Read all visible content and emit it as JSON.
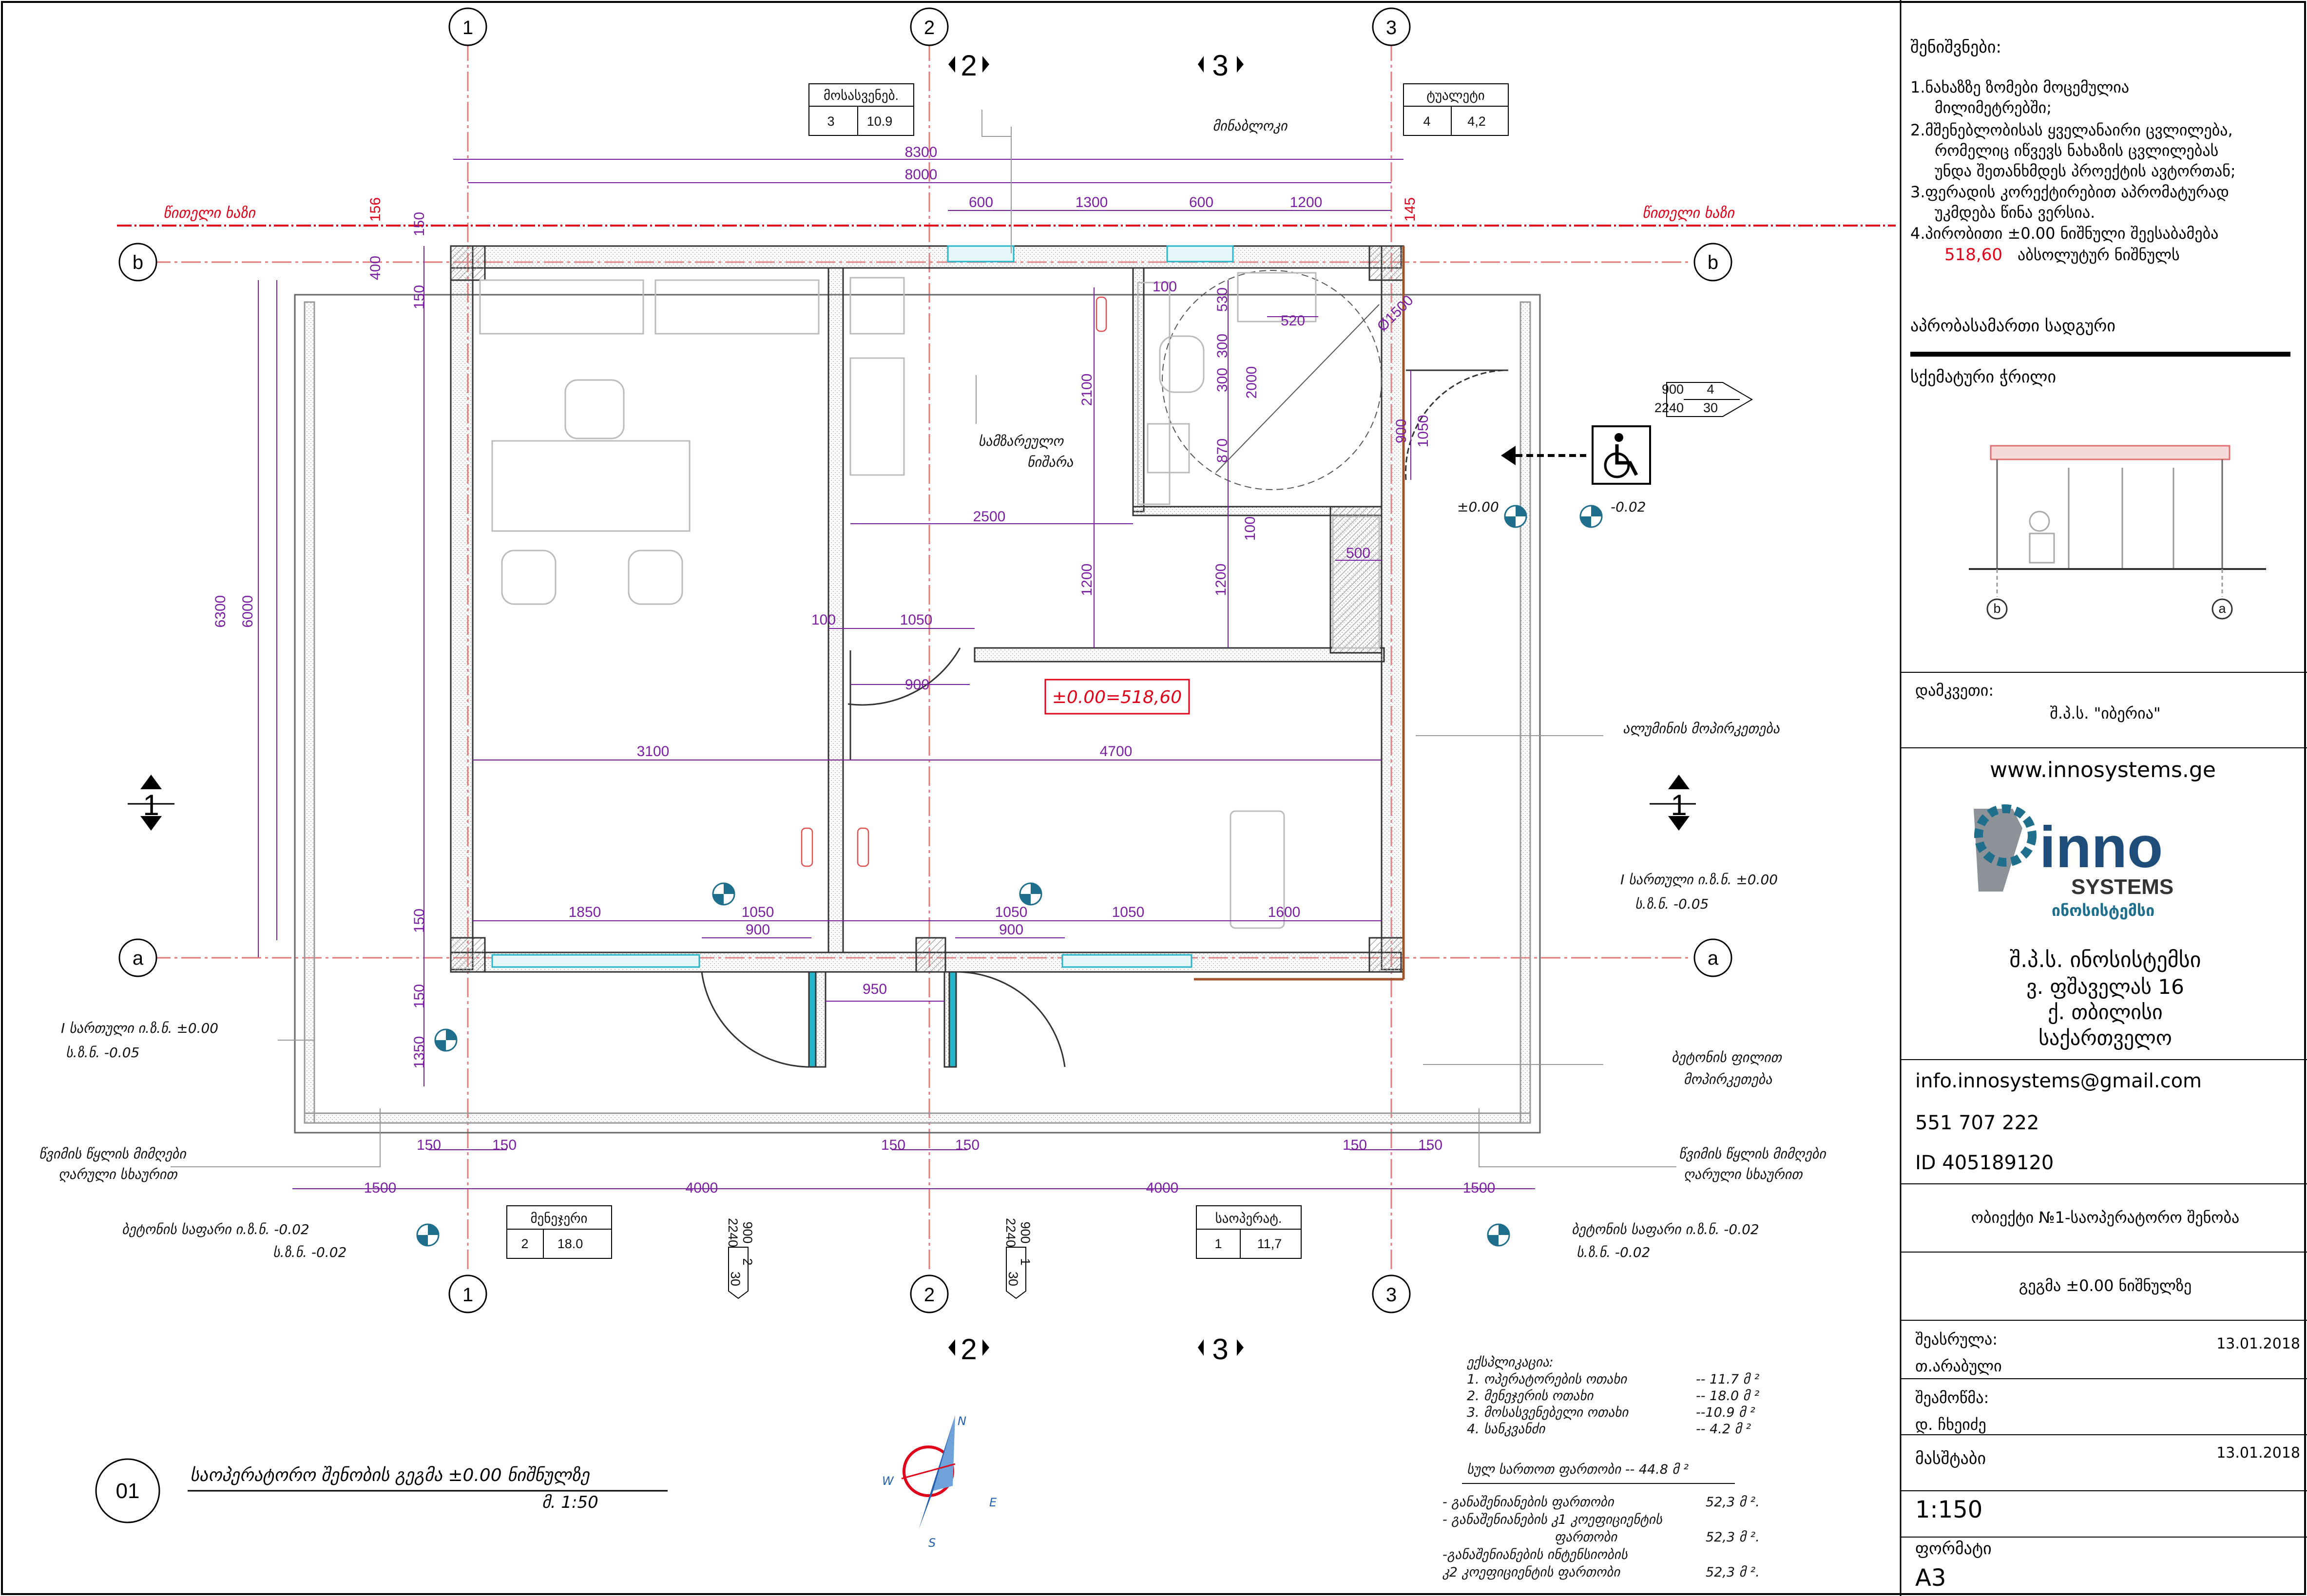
{
  "axes": {
    "numbers": [
      "1",
      "2",
      "3"
    ],
    "letters": [
      "a",
      "b"
    ]
  },
  "section_marks": [
    "1",
    "2",
    "3"
  ],
  "red_line_label": "წითელი ხაზი",
  "ground_level_label": "±0.00=518,60",
  "header_tables": {
    "rest": {
      "title": "მოსასვენებ.",
      "num": "3",
      "area": "10.9"
    },
    "toilet": {
      "title": "ტუალეტი",
      "num": "4",
      "area": "4,2"
    },
    "guard": {
      "title": "მენეჯერი",
      "num": "2",
      "area": "18.0"
    },
    "operator": {
      "title": "საოპერატ.",
      "num": "1",
      "area": "11,7"
    }
  },
  "dimensions": {
    "top_total_outer": "8300",
    "top_total_inner": "8000",
    "top_segments": [
      "600",
      "1300",
      "600",
      "1200"
    ],
    "red_offsets": [
      "156",
      "145",
      "150"
    ],
    "left": [
      "400",
      "150",
      "6300",
      "6000",
      "150",
      "150",
      "1350"
    ],
    "inner": [
      "100",
      "530",
      "520",
      "300",
      "300",
      "2000",
      "2100",
      "870",
      "100",
      "2500",
      "1200",
      "1200",
      "500",
      "100",
      "1050",
      "900",
      "3100",
      "4700",
      "1850",
      "1050",
      "900",
      "1050",
      "900",
      "1050",
      "1600",
      "950",
      "900",
      "1050"
    ],
    "bottom_small": [
      "150",
      "150",
      "150",
      "150",
      "150",
      "150"
    ],
    "bottom_total": [
      "1500",
      "4000",
      "4000",
      "1500"
    ],
    "door_tag_right": {
      "w": "900",
      "h": "2240",
      "n": "4",
      "d": "30"
    },
    "door_tag_b1": {
      "w": "900",
      "h": "2240",
      "n": "2",
      "d": "30"
    },
    "door_tag_b2": {
      "w": "900",
      "h": "2240",
      "n": "1",
      "d": "30"
    },
    "circle_diameter": "Ø1500"
  },
  "labels": {
    "glass_canopy": "მინაბლოკი",
    "kitchen": "სამზარეულო",
    "kitchen_2": "ნიშარა",
    "aluminum_facade": "ალუმინის მოპირკეთება",
    "floor1_left": "I სართული ი.ზ.ნ. ±0.00",
    "floor1_left_2": "ს.ზ.ნ. -0.05",
    "floor1_right": "I სართული ი.ზ.ნ. ±0.00",
    "floor1_right_2": "ს.ზ.ნ. -0.05",
    "concrete_slab": "ბეტონის ფილით",
    "concrete_slab_2": "მოპირკეთება",
    "drain_left": "წვიმის წყლის მიმღები",
    "drain_left_2": "ღარული სხაურით",
    "drain_right": "წვიმის წყლის მიმღები",
    "drain_right_2": "ღარული სხაურით",
    "concrete_left": "ბეტონის საფარი ი.ზ.ნ. -0.02",
    "concrete_left_2": "ს.ზ.ნ. -0.02",
    "concrete_right": "ბეტონის საფარი ი.ზ.ნ. -0.02",
    "concrete_right_2": "ს.ზ.ნ. -0.02",
    "level_zero": "±0.00",
    "level_minus": "-0.02"
  },
  "explication": {
    "title": "ექსპლიკაცია:",
    "rows": [
      {
        "n": "1.",
        "name": "ოპერატორების ოთახი",
        "val": "-- 11.7 მ ²"
      },
      {
        "n": "2.",
        "name": "მენეჯერის ოთახი",
        "val": "-- 18.0 მ ²"
      },
      {
        "n": "3.",
        "name": "მოსასვენებელი ოთახი",
        "val": "--10.9 მ ²"
      },
      {
        "n": "4.",
        "name": "სანკვანძი",
        "val": "-- 4.2 მ ²"
      }
    ],
    "total": "სულ სართოთ ფართობი -- 44.8 მ ²",
    "lines": [
      "- განაშენიანების ფართობი",
      "- განაშენიანების კ1 კოეფიციენტის",
      "ფართობი",
      "-განაშენიანების ინტენსიობის",
      "კ2 კოეფიციენტის ფართობი"
    ],
    "line_values": [
      "52,3 მ ².",
      "52,3 მ ².",
      "52,3 მ ²."
    ]
  },
  "compass": {
    "n": "N",
    "s": "S",
    "e": "E",
    "w": "W"
  },
  "sheet_title": {
    "number": "01",
    "title": "საოპერატორო შენობის გეგმა ±0.00 ნიშნულზე",
    "scale": "მ. 1:50"
  },
  "side": {
    "notes_title": "შენიშვნები:",
    "notes": [
      "1.ნახაზზე ზომები მოცემულია",
      "მილიმეტრებში;",
      "2.მშენებლობისას ყველანაირი ცვლილება,",
      "რომელიც იწვევს ნახაზის ცვლილებას",
      "უნდა შეთანხმდეს პროექტის ავტორთან;",
      "3.ფერადის კორექტირებით აპრომატურად",
      "უკმდება წინა ვერსია.",
      "4.პირობითი ±0.00 ნიშნული შეესაბამება"
    ],
    "note_value": "518,60",
    "note_tail": "აბსოლუტურ ნიშნულს",
    "section_title": "აპრობასამართი სადგური",
    "section_sub": "სქემატური ჭრილი",
    "client_label": "დამკვეთი:",
    "client_value": "შ.პ.ს. \"იბერია\"",
    "website": "www.innosystems.ge",
    "logo_main": "inno",
    "logo_sub": "SYSTEMS",
    "logo_geo": "ინოსისტემსი",
    "company": "შ.პ.ს. ინოსისტემსი",
    "address_1": "ვ. ფშაველას 16",
    "address_2": "ქ. თბილისი",
    "address_3": "საქართველო",
    "email": "info.innosystems@gmail.com",
    "phone": "551 707 222",
    "id": "ID 405189120",
    "object": "ობიექტი №1-საოპერატორო შენობა",
    "plan": "გეგმა ±0.00 ნიშნულზე",
    "executed_label": "შეასრულა:",
    "executed_date": "13.01.2018",
    "executed_name": "თ.არაბული",
    "checked_label": "შეამოწმა:",
    "checked_name": "დ. ჩხეიძე",
    "checked_date": "13.01.2018",
    "scale_label": "მასშტაბი",
    "scale_value": "1:150",
    "format_label": "ფორმატი",
    "format_value": "A3",
    "section_axes": [
      "b",
      "a"
    ]
  },
  "colors": {
    "red_line": "#e0001a",
    "dimension": "#7a1fa2",
    "wall": "#333333",
    "teal_mark": "#1f6e8c",
    "facade_brown": "#a0522d",
    "glass": "#27b6c9",
    "axis_line": "#e37a7a"
  }
}
